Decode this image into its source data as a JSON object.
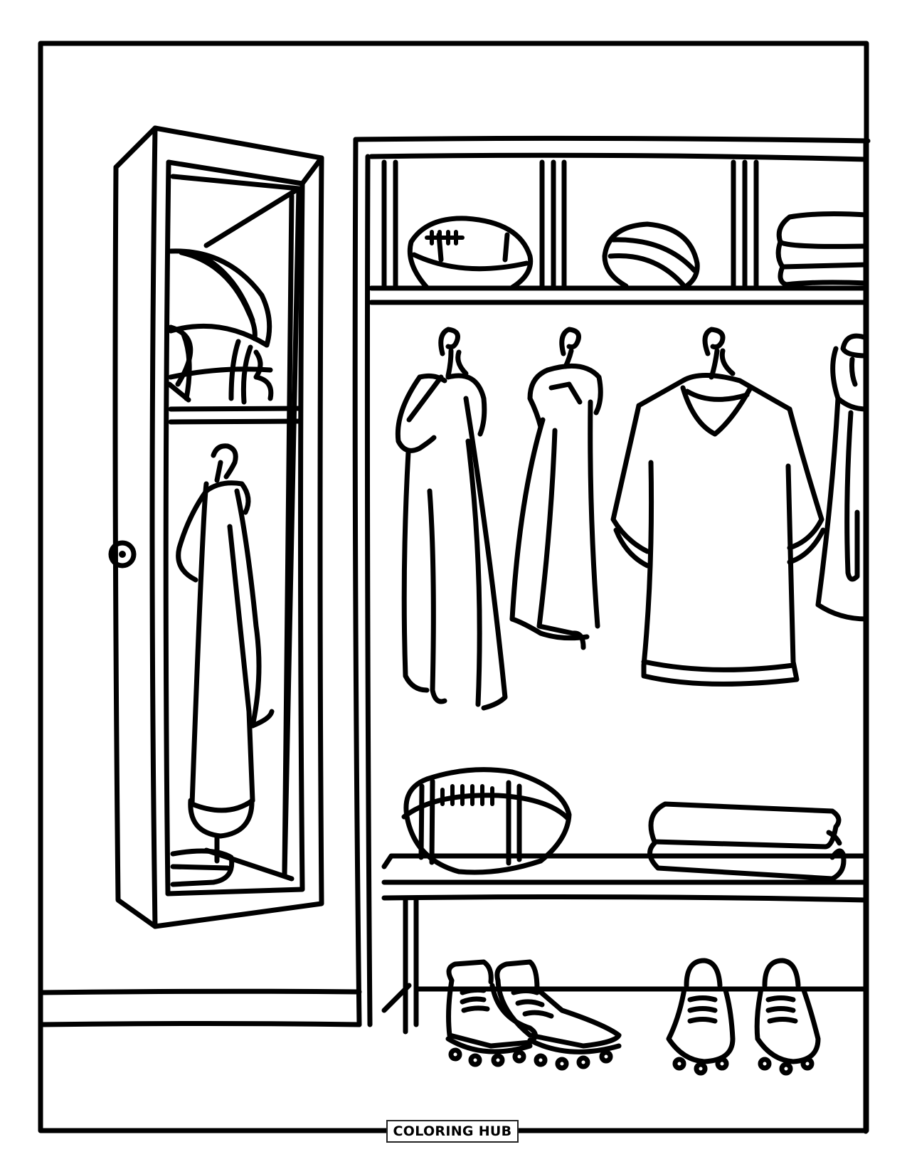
{
  "page": {
    "type": "coloring-page",
    "subject": "sports locker room with open locker, football gear, hanging clothes, bench and cleats",
    "colors": {
      "line": "#000000",
      "background": "#ffffff"
    }
  },
  "watermark": {
    "label": "COLORING HUB"
  },
  "illustration": {
    "elements": [
      "page-border",
      "open-locker-door",
      "football-helmet",
      "hanging-towel-in-locker",
      "locker-shelving-unit",
      "football-top-shelf",
      "ball-top-shelf",
      "folded-towels-top-shelf",
      "hanging-hoodie",
      "hanging-jacket",
      "hanging-jersey",
      "hanging-garment-partial",
      "football-on-bench",
      "folded-towel-on-bench",
      "bench",
      "cleats-pair-left",
      "cleats-pair-right",
      "wall-baseboard"
    ]
  }
}
